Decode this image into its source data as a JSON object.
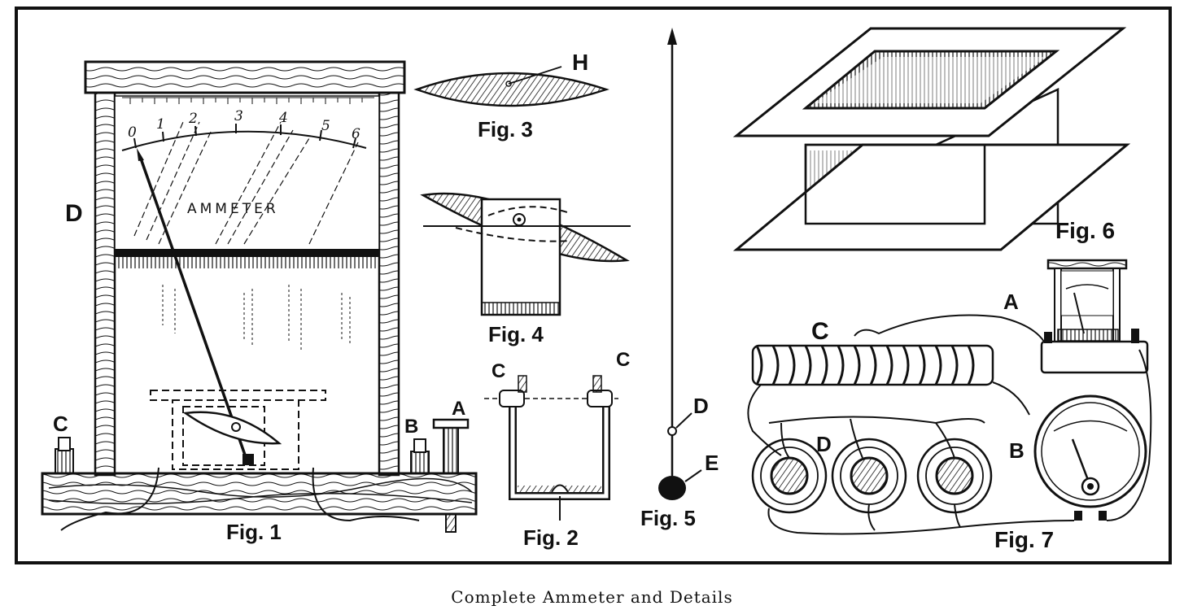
{
  "caption": "Complete Ammeter and Details",
  "figures": {
    "fig1": {
      "title": "Fig. 1",
      "meter_label": "AMMETER",
      "scale": [
        "0",
        "1",
        "2",
        "3",
        "4",
        "5",
        "6"
      ],
      "labels": {
        "C": "C",
        "D": "D",
        "B": "B",
        "A": "A"
      }
    },
    "fig2": {
      "title": "Fig. 2",
      "labels": {
        "C_left": "C",
        "C_right": "C"
      }
    },
    "fig3": {
      "title": "Fig. 3",
      "labels": {
        "H": "H"
      }
    },
    "fig4": {
      "title": "Fig. 4"
    },
    "fig5": {
      "title": "Fig. 5",
      "labels": {
        "D": "D",
        "E": "E"
      }
    },
    "fig6": {
      "title": "Fig. 6"
    },
    "fig7": {
      "title": "Fig. 7",
      "labels": {
        "A": "A",
        "B": "B",
        "C": "C",
        "D": "D"
      }
    }
  }
}
